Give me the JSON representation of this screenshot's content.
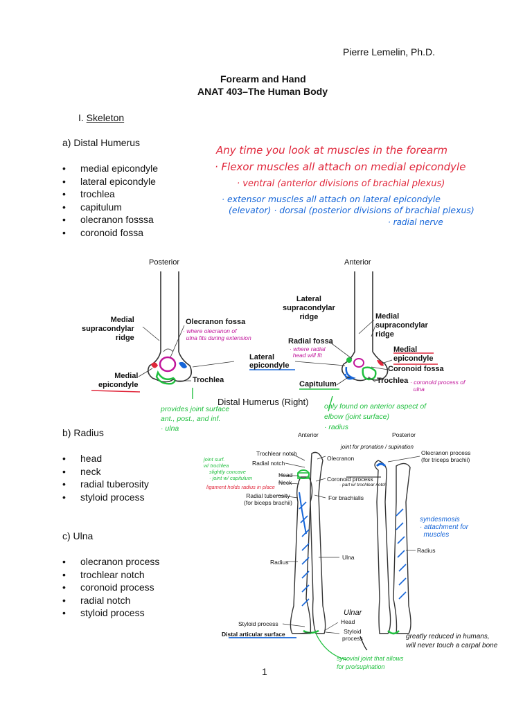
{
  "header": {
    "author": "Pierre Lemelin, Ph.D."
  },
  "title": {
    "line1": "Forearm and Hand",
    "line2": "ANAT 403–The Human Body"
  },
  "section": {
    "number": "I.",
    "name": "Skeleton"
  },
  "distal_humerus": {
    "heading": "a) Distal Humerus",
    "items": [
      "medial epicondyle",
      "lateral epicondyle",
      "trochlea",
      "capitulum",
      "olecranon fosssa",
      "coronoid fossa"
    ]
  },
  "radius": {
    "heading": "b) Radius",
    "items": [
      "head",
      "neck",
      "radial tuberosity",
      "styloid process"
    ]
  },
  "ulna": {
    "heading": "c) Ulna",
    "items": [
      "olecranon process",
      "trochlear notch",
      "coronoid process",
      "radial notch",
      "styloid process"
    ]
  },
  "notes": {
    "red1": "Any time you look at muscles in the forearm",
    "red2": "· Flexor muscles all attach on medial epicondyle",
    "red3": "· ventral (anterior divisions of brachial plexus)",
    "blue1": "· extensor muscles all attach on lateral epicondyle",
    "blue2": "(elevator) · dorsal (posterior divisions of brachial plexus)",
    "blue3": "· radial nerve"
  },
  "humerus_figure": {
    "posterior": "Posterior",
    "anterior": "Anterior",
    "medial_supracondylar_ridge_left": "Medial\nsupracondylar\nridge",
    "olecranon_fossa": "Olecranon fossa",
    "medial_epicondyle_left": "Medial\nepicondyle",
    "trochlea_left": "Trochlea",
    "lateral_epicondyle": "Lateral\nepicondyle",
    "lateral_supracondylar_ridge": "Lateral\nsupracondylar\nridge",
    "medial_supracondylar_ridge_right": "Medial\nsupracondylar\nridge",
    "radial_fossa": "Radial fossa",
    "medial_epicondyle_right": "Medial\nepicondyle",
    "capitulum": "Capitulum",
    "trochlea_right": "Trochlea",
    "coronoid_fossa": "Coronoid fossa",
    "caption": "Distal Humerus (Right)",
    "hw_olecranon": "· where olecranon of\n  ulna fits during extension",
    "hw_radial": "· where radial\n  head will fit",
    "hw_coronoid": "· coronoid process of\n  ulna",
    "hw_green_left": "provides joint surface\nant., post., and inf.\n· ulna",
    "hw_green_right": "only found on anterior aspect of\nelbow (joint surface)\n· radius"
  },
  "forearm_figure": {
    "anterior": "Anterior",
    "posterior": "Posterior",
    "trochlear_notch": "Trochlear notch",
    "radial_notch": "Radial notch",
    "head": "Head",
    "neck": "Neck",
    "radial_tuberosity": "Radial tuberosity\n(for biceps brachii)",
    "olecranon": "Olecranon",
    "coronoid_process": "Coronoid process",
    "for_brachialis": "For brachialis",
    "olecranon_process_right": "Olecranon process\n(for triceps brachii)",
    "radius_left": "Radius",
    "ulna": "Ulna",
    "radius_right": "Radius",
    "styloid_process_left": "Styloid process",
    "distal_articular_surface": "Distal articular surface",
    "head_bottom": "Head",
    "styloid_process_bottom": "Styloid\nprocess",
    "hw_joint": "joint for pronation / supination",
    "hw_joint_surf": "joint surf.\nw/ trochlea",
    "hw_concave": "slightly concave\n· joint w/ capitulum",
    "hw_ligament": "ligament holds radius in place",
    "hw_coronoid_note": "· part w/ trochlear notch",
    "hw_syndesmosis": "syndesmosis\n· attachment for\n  muscles",
    "hw_ulnar": "Ulnar",
    "hw_reduced": "greatly reduced in humans,\nwill never touch a carpal bone",
    "hw_synovial": "synovial joint that allows\nfor pro/supination"
  },
  "page_number": "1",
  "colors": {
    "red": "#e0263a",
    "blue": "#1565d8",
    "green": "#1fbf3e",
    "magenta": "#c0149a"
  }
}
